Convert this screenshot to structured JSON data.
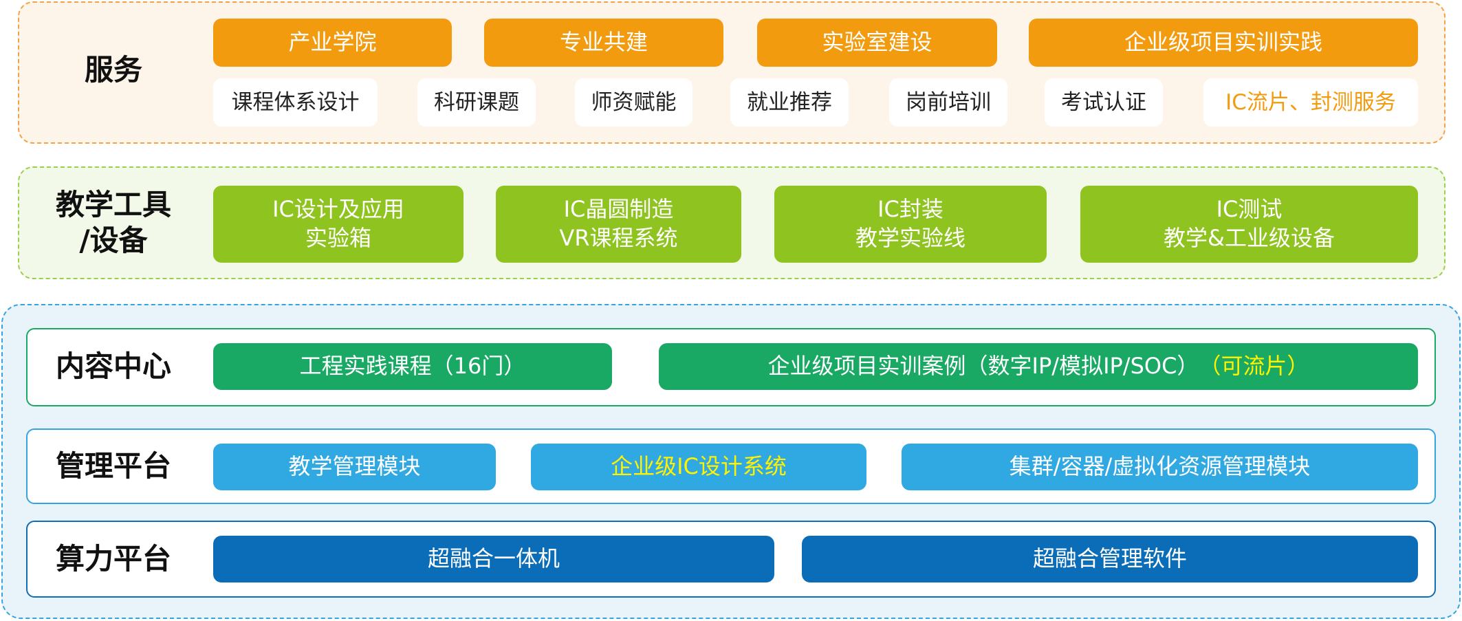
{
  "colors": {
    "orange": "#f39b0f",
    "lime": "#8fc31f",
    "green": "#1aa865",
    "sky": "#30a8e2",
    "navy": "#0b6db7",
    "highlight_yellow": "#fff200"
  },
  "service": {
    "label": "服务",
    "top_items": [
      "产业学院",
      "专业共建",
      "实验室建设",
      "企业级项目实训实践"
    ],
    "bottom_items": [
      "课程体系设计",
      "科研课题",
      "师资赋能",
      "就业推荐",
      "岗前培训",
      "考试认证",
      "IC流片、封测服务"
    ]
  },
  "tools": {
    "label": "教学工具\n/设备",
    "items": [
      "IC设计及应用\n实验箱",
      "IC晶圆制造\nVR课程系统",
      "IC封装\n教学实验线",
      "IC测试\n教学&工业级设备"
    ]
  },
  "content_center": {
    "label": "内容中心",
    "item1": "工程实践课程（16门）",
    "item2_main": "企业级项目实训案例（数字IP/模拟IP/SOC）",
    "item2_highlight": "（可流片）"
  },
  "management": {
    "label": "管理平台",
    "items": [
      "教学管理模块",
      "企业级IC设计系统",
      "集群/容器/虚拟化资源管理模块"
    ]
  },
  "compute": {
    "label": "算力平台",
    "items": [
      "超融合一体机",
      "超融合管理软件"
    ]
  }
}
